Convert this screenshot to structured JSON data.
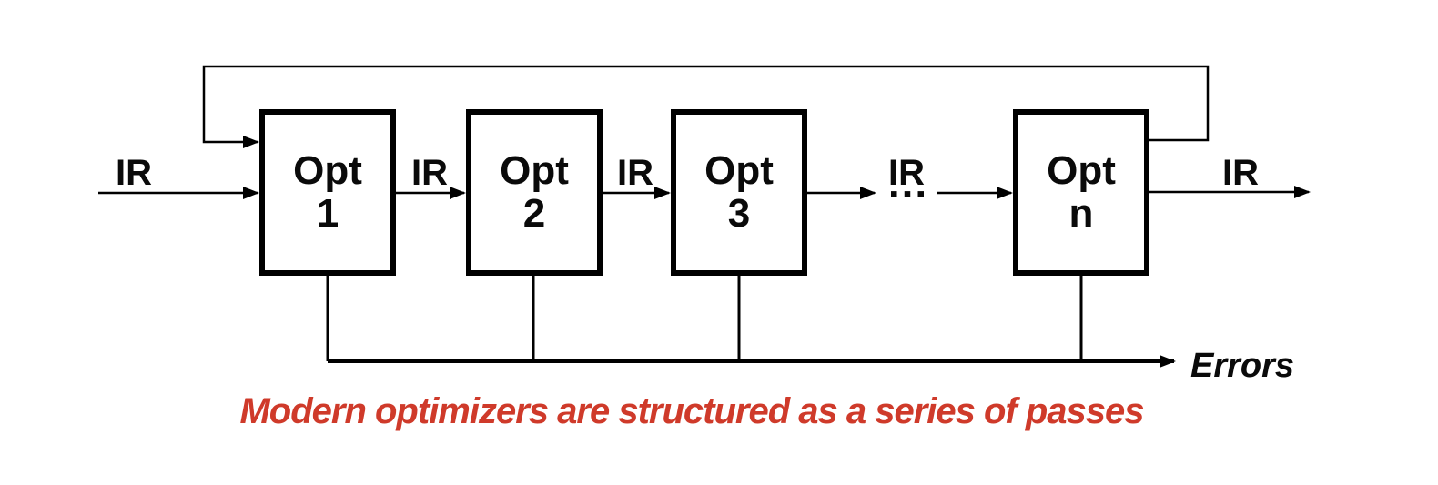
{
  "diagram": {
    "title_hint": "optimizer-pass-pipeline",
    "boxes": [
      {
        "line1": "Opt",
        "line2": "1"
      },
      {
        "line1": "Opt",
        "line2": "2"
      },
      {
        "line1": "Opt",
        "line2": "3"
      },
      {
        "line1": "Opt",
        "line2": "n"
      }
    ],
    "labels": {
      "ir_input": "IR",
      "ir_between_1_2": "IR",
      "ir_between_2_3": "IR",
      "ir_before_dots": "IR",
      "ir_output": "IR",
      "ellipsis": "...",
      "errors": "Errors"
    },
    "caption": {
      "text": "Modern optimizers are structured as a series of passes",
      "color": "#cf3a2a"
    },
    "colors": {
      "line": "#000000",
      "background": "#ffffff",
      "text": "#0a0a0a"
    },
    "edges": [
      "IR input into Opt 1",
      "Opt 1 to Opt 2 (IR)",
      "Opt 2 to Opt 3 (IR)",
      "Opt 3 to ... (IR)",
      "... to Opt n",
      "Opt n IR output",
      "feedback loop from Opt n output back into Opt 1",
      "error outputs from all boxes joined to Errors arrow"
    ]
  }
}
